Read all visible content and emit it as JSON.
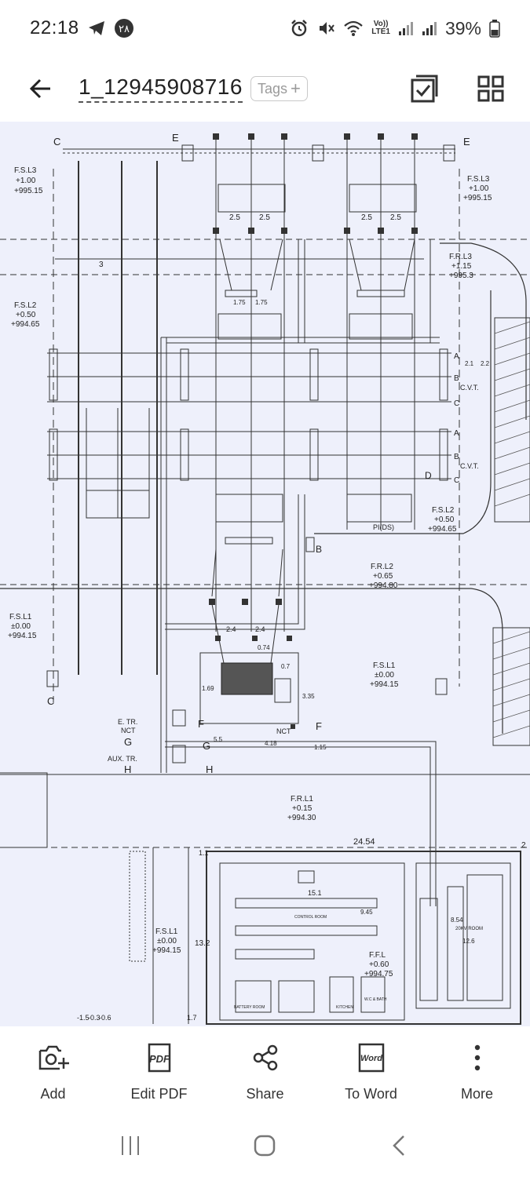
{
  "status_bar": {
    "time": "22:18",
    "notification_badge": "۲۸",
    "volte_label_top": "Vo))",
    "volte_label_bottom": "LTE1",
    "battery_percent": "39%"
  },
  "top_bar": {
    "title": "1_12945908716",
    "tags_label": "Tags",
    "tags_plus": "+"
  },
  "plan_labels": {
    "fsl3_left": "F.S.L3",
    "fsl3_left_val": "+1.00",
    "fsl3_left_elev": "+995.15",
    "fsl3_right": "F.S.L3",
    "fsl3_right_val": "+1.00",
    "fsl3_right_elev": "+995.15",
    "frl3": "F.R.L3",
    "frl3_val": "+1.15",
    "frl3_elev": "+995.3",
    "fsl2_left": "F.S.L2",
    "fsl2_left_val": "+0.50",
    "fsl2_left_elev": "+994.65",
    "fsl2_right": "F.S.L2",
    "fsl2_right_val": "+0.50",
    "fsl2_right_elev": "+994.65",
    "frl2": "F.R.L2",
    "frl2_val": "+0.65",
    "frl2_elev": "+994.80",
    "fsl1_left": "F.S.L1",
    "fsl1_left_val": "±0.00",
    "fsl1_left_elev": "+994.15",
    "fsl1_mid": "F.S.L1",
    "fsl1_mid_val": "±0.00",
    "fsl1_mid_elev": "+994.15",
    "frl1": "F.R.L1",
    "frl1_val": "+0.15",
    "frl1_elev": "+994.30",
    "fsl1_low": "F.S.L1",
    "fsl1_low_val": "±0.00",
    "fsl1_low_elev": "+994.15",
    "ffl": "F.F.L",
    "ffl_val": "+0.60",
    "ffl_elev": "+994.75",
    "cvt_1": "C.V.T.",
    "cvt_2": "C.V.T.",
    "pi_ds": "PI(DS)",
    "e_tr": "E. TR.",
    "nct_left": "NCT",
    "nct_right": "NCT",
    "aux_tr": "AUX. TR.",
    "control_room": "CONTROL ROOM",
    "battery_room": "BATTERY ROOM",
    "kitchen": "KITCHEN",
    "wc_bath": "W.C & BATH",
    "kv_room": "20KV ROOM",
    "dim_24_54": "24.54",
    "dim_15_1": "15.1",
    "dim_13_2": "13.2",
    "dim_9_45": "9.45",
    "dim_8_54": "8.54",
    "dim_12_6": "12.6",
    "dim_2_5a": "2.5",
    "dim_2_5b": "2.5",
    "dim_2_5c": "2.5",
    "dim_2_5d": "2.5",
    "dim_1_75a": "1.75",
    "dim_1_75b": "1.75",
    "dim_3": "3",
    "dim_2_4a": "2.4",
    "dim_2_4b": "2.4",
    "dim_0_74": "0.74",
    "dim_0_7": "0.7",
    "dim_1_69": "1.69",
    "dim_3_35": "3.35",
    "dim_5_5": "5.5",
    "dim_4_18": "4.18",
    "dim_1_15": "1.15",
    "dim_2_1": "2.1",
    "dim_2_2": "2.2",
    "dim_m1_5": "-1.5",
    "dim_m0_3": "-0.3",
    "dim_m0_6": "-0.6",
    "dim_1_7": "1.7",
    "dim_1_1": "1.1",
    "dim_2": "2",
    "sec_a1": "A",
    "sec_b1": "B",
    "sec_c1": "C",
    "sec_a2": "A",
    "sec_b2": "B",
    "sec_c2": "C",
    "sec_c_top": "C",
    "sec_e_top": "E",
    "sec_e_right": "E",
    "sec_d": "D",
    "sec_b_mid": "B",
    "sec_c_low": "C",
    "sec_g": "G",
    "sec_g2": "G",
    "sec_h": "H",
    "sec_h2": "H",
    "sec_f": "F",
    "sec_f2": "F"
  },
  "bottom_toolbar": {
    "items": [
      {
        "label": "Add",
        "icon": "add-photo-icon"
      },
      {
        "label": "Edit PDF",
        "icon": "pdf-icon"
      },
      {
        "label": "Share",
        "icon": "share-icon"
      },
      {
        "label": "To Word",
        "icon": "word-icon"
      },
      {
        "label": "More",
        "icon": "more-vertical-icon"
      }
    ],
    "pdf_icon_text": "PDF",
    "word_icon_text": "Word"
  }
}
